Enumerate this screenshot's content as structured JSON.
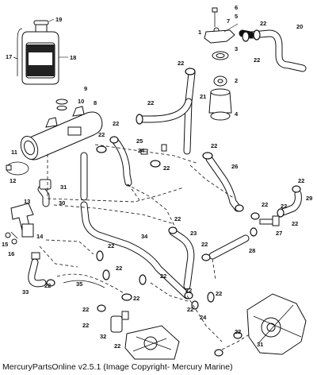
{
  "caption": "MercuryPartsOnline v2.5.1 (Image Copyright- Mercury Marine)",
  "part_numbers": {
    "p1": "1",
    "p2": "2",
    "p3": "3",
    "p4": "4",
    "p5": "5",
    "p6": "6",
    "p7": "7",
    "p8": "8",
    "p9": "9",
    "p10": "10",
    "p11": "11",
    "p12": "12",
    "p13": "13",
    "p14": "14",
    "p15": "15",
    "p16": "16",
    "p17": "17",
    "p18": "18",
    "p19": "19",
    "p20": "20",
    "p21": "21",
    "p23": "23",
    "p24": "24",
    "p25": "25",
    "p26": "26",
    "p27": "27",
    "p28": "28",
    "p29": "29",
    "p30": "30",
    "p31": "31",
    "p32": "32",
    "p33": "33",
    "p34": "34",
    "p35": "35",
    "p22": "22"
  }
}
